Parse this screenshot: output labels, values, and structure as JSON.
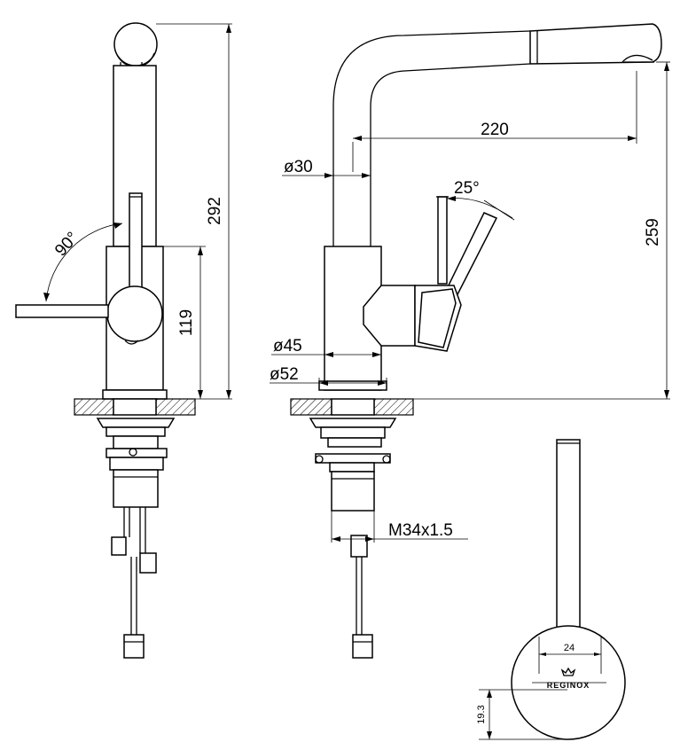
{
  "drawing": {
    "title": "",
    "dimensions": {
      "total_height": "292",
      "body_height": "119",
      "rotation_angle": "90°",
      "spout_reach": "220",
      "spout_height": "259",
      "spout_diameter": "ø30",
      "body_diameter": "ø45",
      "base_diameter": "ø52",
      "lever_tilt": "25°",
      "thread": "M34x1.5",
      "handle_width": "24",
      "handle_offset": "19.3"
    },
    "brand": "REGINOX"
  }
}
